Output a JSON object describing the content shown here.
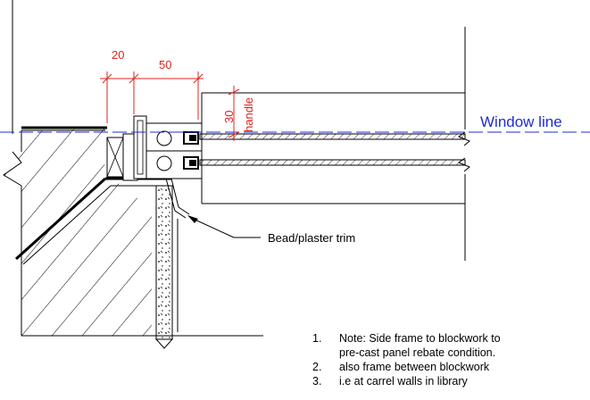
{
  "dimensions": {
    "d20": "20",
    "d50": "50",
    "d30": "30",
    "handle": "handle"
  },
  "labels": {
    "window_line": "Window line",
    "bead_trim": "Bead/plaster trim"
  },
  "notes": [
    {
      "num": "1.",
      "text": "Note: Side frame to blockwork to"
    },
    {
      "num": "",
      "text": "pre-cast panel rebate condition."
    },
    {
      "num": "2.",
      "text": "also frame between blockwork"
    },
    {
      "num": "3.",
      "text": "i.e at carrel walls in library"
    }
  ],
  "colors": {
    "dimension": "#e0231c",
    "window_line": "#1f2bd8",
    "lines": "#000000"
  }
}
